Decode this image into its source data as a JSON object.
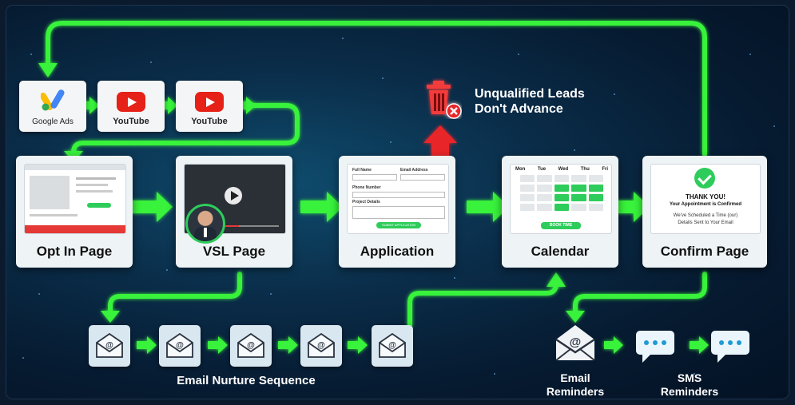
{
  "sources": {
    "google_ads": "Google Ads",
    "youtube_1": "YouTube",
    "youtube_2": "YouTube"
  },
  "stages": {
    "optin": "Opt In Page",
    "vsl": "VSL Page",
    "application": "Application",
    "calendar": "Calendar",
    "confirm": "Confirm Page"
  },
  "application_form": {
    "full_name": "Full Name",
    "email": "Email Address",
    "phone": "Phone Number",
    "details": "Project Details",
    "submit": "SUBMIT APPLICATION"
  },
  "calendar_widget": {
    "days": [
      "Mon",
      "Tue",
      "Wed",
      "Thu",
      "Fri"
    ],
    "cells": [
      "",
      "",
      "",
      "",
      "",
      "",
      "",
      "",
      "",
      "",
      "",
      "",
      "",
      "",
      "",
      "",
      "",
      "",
      "",
      ""
    ],
    "book": "BOOK TIME"
  },
  "confirm_card": {
    "title": "THANK YOU!",
    "subtitle": "Your Appointment is Confirmed",
    "line1": "We've Scheduled a Time (our)",
    "line2": "Details Sent to Your Email"
  },
  "unqualified": {
    "line1": "Unqualified Leads",
    "line2": "Don't Advance"
  },
  "labels": {
    "nurture": "Email Nurture Sequence",
    "email_rem_1": "Email",
    "email_rem_2": "Reminders",
    "sms_rem_1": "SMS",
    "sms_rem_2": "Reminders"
  },
  "colors": {
    "flow_green": "#39f23a",
    "reject_red": "#e8262a",
    "card_bg": "#eef3f6",
    "accent_green": "#2ecc5b"
  }
}
